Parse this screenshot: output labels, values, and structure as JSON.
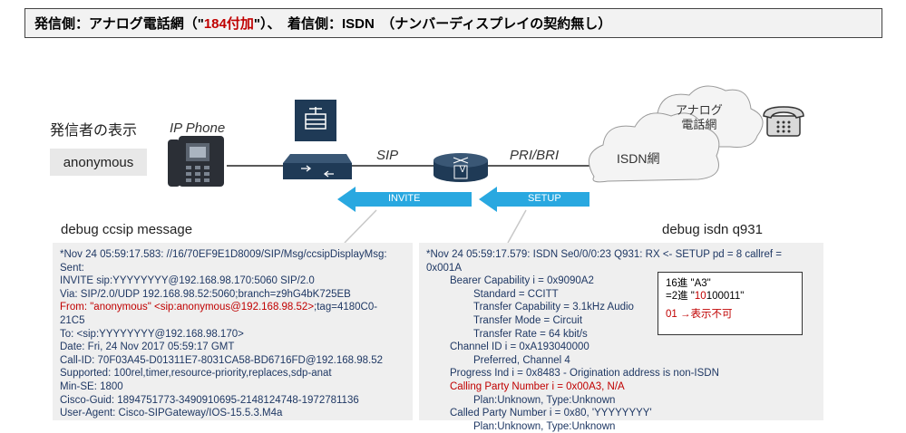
{
  "header": {
    "part1": "発信側：アナログ電話網（\"",
    "part2": "184付加",
    "part3": "\"）、　着信側：ISDN　（ナンバーディスプレイの契約無し）"
  },
  "labels": {
    "caller_display": "発信者の表示",
    "ip_phone": "IP Phone",
    "anonymous": "anonymous",
    "sip": "SIP",
    "pri_bri": "PRI/BRI",
    "isdn_net": "ISDN網",
    "analog_net_line1": "アナログ",
    "analog_net_line2": "電話網",
    "invite": "INVITE",
    "setup": "SETUP",
    "router_v": "V",
    "debug_left": "debug ccsip message",
    "debug_right": "debug isdn q931"
  },
  "left_log": [
    {
      "text": "*Nov 24 05:59:17.583: //16/70EF9E1D8009/SIP/Msg/ccsipDisplayMsg:",
      "red": false
    },
    {
      "text": "Sent:",
      "red": false
    },
    {
      "text": "INVITE sip:YYYYYYYY@192.168.98.170:5060 SIP/2.0",
      "red": false
    },
    {
      "text": "Via: SIP/2.0/UDP 192.168.98.52:5060;branch=z9hG4bK725EB",
      "red": false
    },
    {
      "text": "From: \"anonymous\" <sip:anonymous@192.168.98.52>",
      "red": true,
      "rest": ";tag=4180C0-"
    },
    {
      "text": "21C5",
      "red": false
    },
    {
      "text": "To: <sip:YYYYYYYY@192.168.98.170>",
      "red": false
    },
    {
      "text": "Date: Fri, 24 Nov 2017 05:59:17 GMT",
      "red": false
    },
    {
      "text": "Call-ID: 70F03A45-D01311E7-8031CA58-BD6716FD@192.168.98.52",
      "red": false
    },
    {
      "text": "Supported: 100rel,timer,resource-priority,replaces,sdp-anat",
      "red": false
    },
    {
      "text": "Min-SE:  1800",
      "red": false
    },
    {
      "text": "Cisco-Guid: 1894751773-3490910695-2148124748-1972781136",
      "red": false
    },
    {
      "text": "User-Agent: Cisco-SIPGateway/IOS-15.5.3.M4a",
      "red": false
    }
  ],
  "right_log": [
    {
      "text": "*Nov 24 05:59:17.579: ISDN Se0/0/0:23 Q931: RX <- SETUP pd = 8  callref =",
      "indent": 0,
      "red": false
    },
    {
      "text": "0x001A",
      "indent": 0,
      "red": false
    },
    {
      "text": "Bearer Capability i = 0x9090A2",
      "indent": 1,
      "red": false
    },
    {
      "text": "Standard = CCITT",
      "indent": 2,
      "red": false
    },
    {
      "text": "Transfer Capability = 3.1kHz Audio",
      "indent": 2,
      "red": false
    },
    {
      "text": "Transfer Mode = Circuit",
      "indent": 2,
      "red": false
    },
    {
      "text": "Transfer Rate = 64 kbit/s",
      "indent": 2,
      "red": false
    },
    {
      "text": "Channel ID i = 0xA193040000",
      "indent": 1,
      "red": false
    },
    {
      "text": "Preferred, Channel 4",
      "indent": 2,
      "red": false
    },
    {
      "text": "Progress Ind i = 0x8483 - Origination address is non-ISDN",
      "indent": 1,
      "red": false
    },
    {
      "text": "Calling Party Number i = 0x00A3, N/A",
      "indent": 1,
      "red": true
    },
    {
      "text": "Plan:Unknown, Type:Unknown",
      "indent": 2,
      "red": false
    },
    {
      "text": "Called Party Number i = 0x80, 'YYYYYYYY'",
      "indent": 1,
      "red": false
    },
    {
      "text": "Plan:Unknown, Type:Unknown",
      "indent": 2,
      "red": false
    }
  ],
  "callout": {
    "line1": "16進 \"A3\"",
    "line2_a": "=2進 \"",
    "line2_b": "10",
    "line2_c": "100011\"",
    "line3": "01 →表示不可"
  },
  "colors": {
    "arrow": "#29a8e0",
    "router": "#1f3a56",
    "red": "#c00000"
  }
}
